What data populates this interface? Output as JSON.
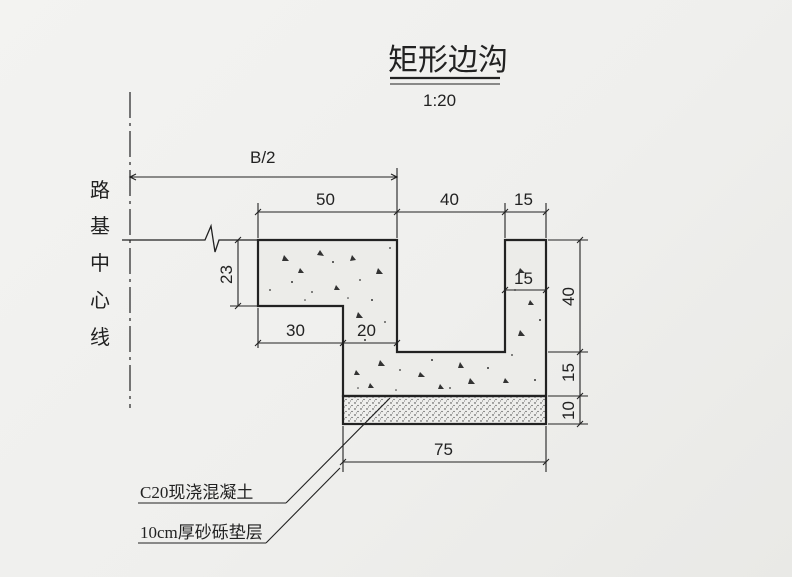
{
  "title": "矩形边沟",
  "scale": "1:20",
  "centerline_label": [
    "路",
    "基",
    "中",
    "心",
    "线"
  ],
  "dimensions": {
    "half_width": "B/2",
    "top_left_width": "50",
    "channel_width": "40",
    "right_wall_width": "15",
    "left_step_height": "23",
    "lower_left_offset": "30",
    "lower_left_wall": "20",
    "inner_right_step": "15",
    "channel_depth": "40",
    "base_slab_thickness": "15",
    "cushion_thickness": "10",
    "bottom_width": "75"
  },
  "legend": {
    "concrete": "C20现浇混凝土",
    "cushion": "10cm厚砂砾垫层"
  },
  "colors": {
    "ink": "#222222",
    "paper": "#f1f1ef"
  }
}
